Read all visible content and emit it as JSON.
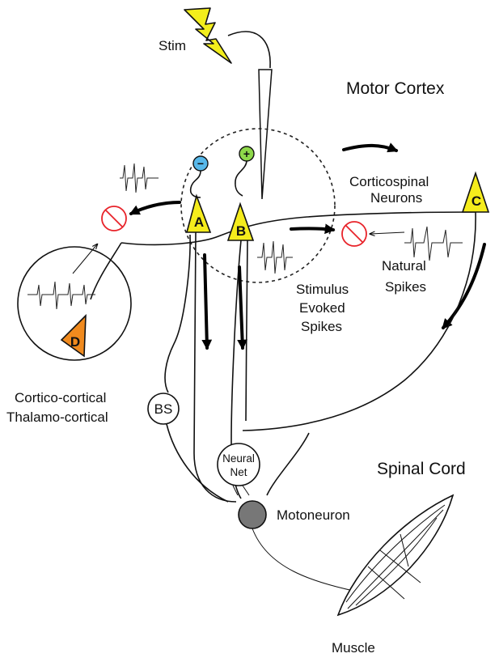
{
  "labels": {
    "stim": "Stim",
    "motor_cortex": "Motor Cortex",
    "corticospinal_1": "Corticospinal",
    "corticospinal_2": "Neurons",
    "natural_1": "Natural",
    "natural_2": "Spikes",
    "stimulus_1": "Stimulus",
    "stimulus_2": "Evoked",
    "stimulus_3": "Spikes",
    "cortico_1": "Cortico-cortical",
    "cortico_2": "Thalamo-cortical",
    "spinal_cord": "Spinal Cord",
    "motoneuron": "Motoneuron",
    "muscle": "Muscle",
    "bs": "BS",
    "neural_1": "Neural",
    "neural_2": "Net"
  },
  "neurons": {
    "a": "A",
    "b": "B",
    "c": "C",
    "d": "D"
  },
  "modulators": {
    "minus": "−",
    "plus": "+"
  },
  "colors": {
    "pyramidal_fill": "#f5ec1c",
    "cell_d_fill": "#f08a1e",
    "inhibit_red": "#e8232a",
    "minus_blue": "#57b8ea",
    "plus_green": "#8ed84a",
    "motoneuron_gray": "#777777",
    "stim_bolt": "#f3ee1c"
  }
}
